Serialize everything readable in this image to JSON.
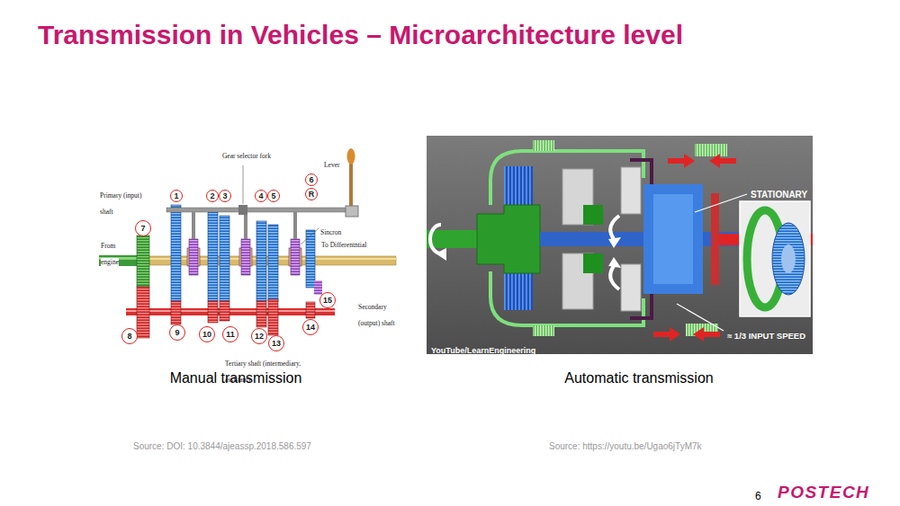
{
  "diagram": {
    "title": "Transmission in Vehicles – Microarchitecture level",
    "nodes": [
      {
        "text": [
          "1"
        ]
      },
      {
        "text": [
          "2"
        ]
      },
      {
        "text": [
          "3"
        ]
      },
      {
        "text": [
          "4"
        ]
      },
      {
        "text": [
          "5"
        ]
      },
      {
        "text": [
          "6"
        ]
      },
      {
        "text": [
          "R"
        ]
      },
      {
        "text": [
          "7"
        ]
      },
      {
        "text": [
          "8"
        ]
      },
      {
        "text": [
          "9"
        ]
      },
      {
        "text": [
          "10"
        ]
      },
      {
        "text": [
          "11"
        ]
      },
      {
        "text": [
          "12"
        ]
      },
      {
        "text": [
          "13"
        ]
      },
      {
        "text": [
          "14"
        ]
      },
      {
        "text": [
          "15"
        ]
      }
    ],
    "labels": [
      "Gear selector fork",
      "Lever",
      "Primary (input) shaft",
      "From engine",
      "Sincron",
      "To Differentntial",
      "Secondary (output) shaft",
      "Tertiary shaft (intermediary, assistant)",
      "STATIONARY",
      "≈ 1/3 INPUT SPEED",
      "YouTube/LearnEngineering",
      "Manual transmission",
      "Automatic transmission",
      "Source: DOI: 10.3844/ajeassp.2018.586.597",
      "Source: https://youtu.be/Ugao6jTyM7k",
      "6",
      "POSTECH"
    ]
  }
}
